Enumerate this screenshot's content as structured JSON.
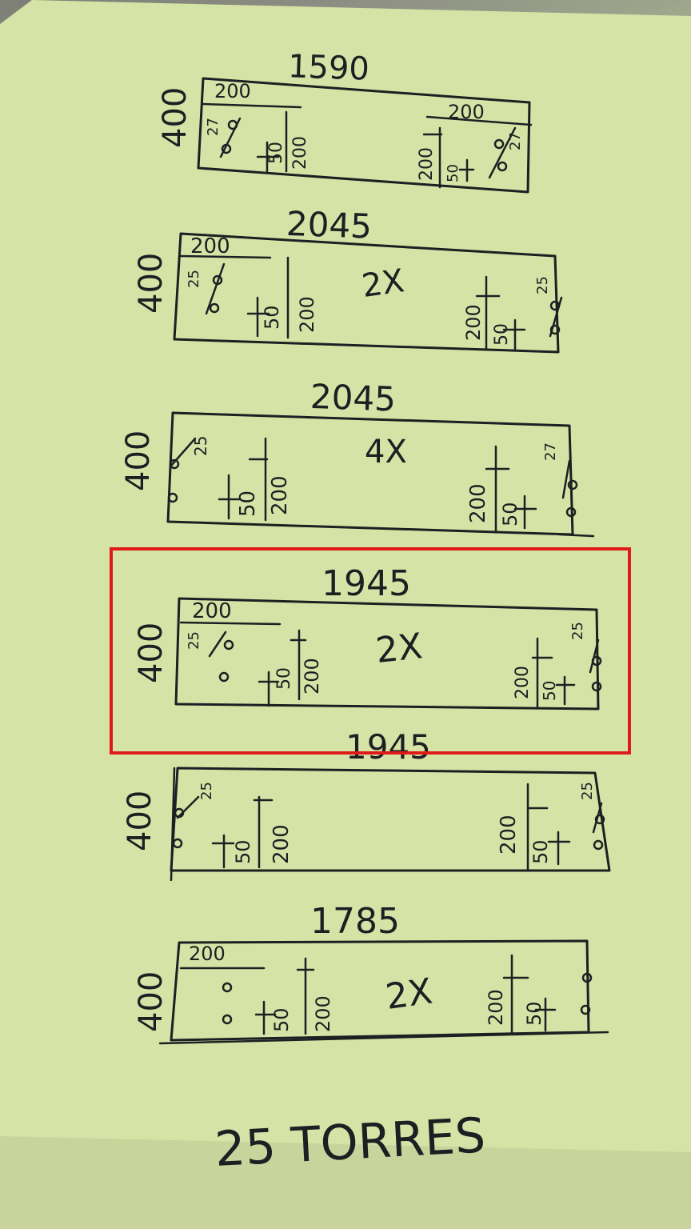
{
  "colors": {
    "paper": "#d6e3a6",
    "ink": "#1d1f22",
    "highlight": "#e01a1a"
  },
  "drawings": [
    {
      "length": "1590",
      "height": "400",
      "left": {
        "edge": "200",
        "hole_dist": "27",
        "inner_a": "50",
        "inner_b": "200"
      },
      "right": {
        "edge": "200",
        "hole_dist": "27",
        "inner_a": "50",
        "inner_b": "200"
      }
    },
    {
      "length": "2045",
      "height": "400",
      "multiplier": "2X",
      "left": {
        "edge": "200",
        "hole_dist": "25",
        "inner_a": "50",
        "inner_b": "200"
      },
      "right": {
        "hole_dist": "25",
        "inner_a": "50",
        "inner_b": "200"
      }
    },
    {
      "length": "2045",
      "height": "400",
      "multiplier": "4X",
      "left": {
        "hole_dist": "25",
        "inner_a": "50",
        "inner_b": "200"
      },
      "right": {
        "hole_dist": "27",
        "inner_a": "50",
        "inner_b": "200"
      }
    },
    {
      "length": "1945",
      "height": "400",
      "multiplier": "2X",
      "left": {
        "edge": "200",
        "hole_dist": "25",
        "inner_a": "50",
        "inner_b": "200"
      },
      "right": {
        "hole_dist": "25",
        "inner_a": "50",
        "inner_b": "200"
      }
    },
    {
      "length": "1945",
      "height": "400",
      "left": {
        "hole_dist": "25",
        "inner_a": "50",
        "inner_b": "200"
      },
      "right": {
        "hole_dist": "25",
        "inner_a": "50",
        "inner_b": "200"
      }
    },
    {
      "length": "1785",
      "height": "400",
      "multiplier": "2X",
      "left": {
        "edge": "200",
        "inner_a": "50",
        "inner_b": "200"
      },
      "right": {
        "inner_a": "50",
        "inner_b": "200"
      }
    }
  ],
  "footer": "25 TORRES"
}
